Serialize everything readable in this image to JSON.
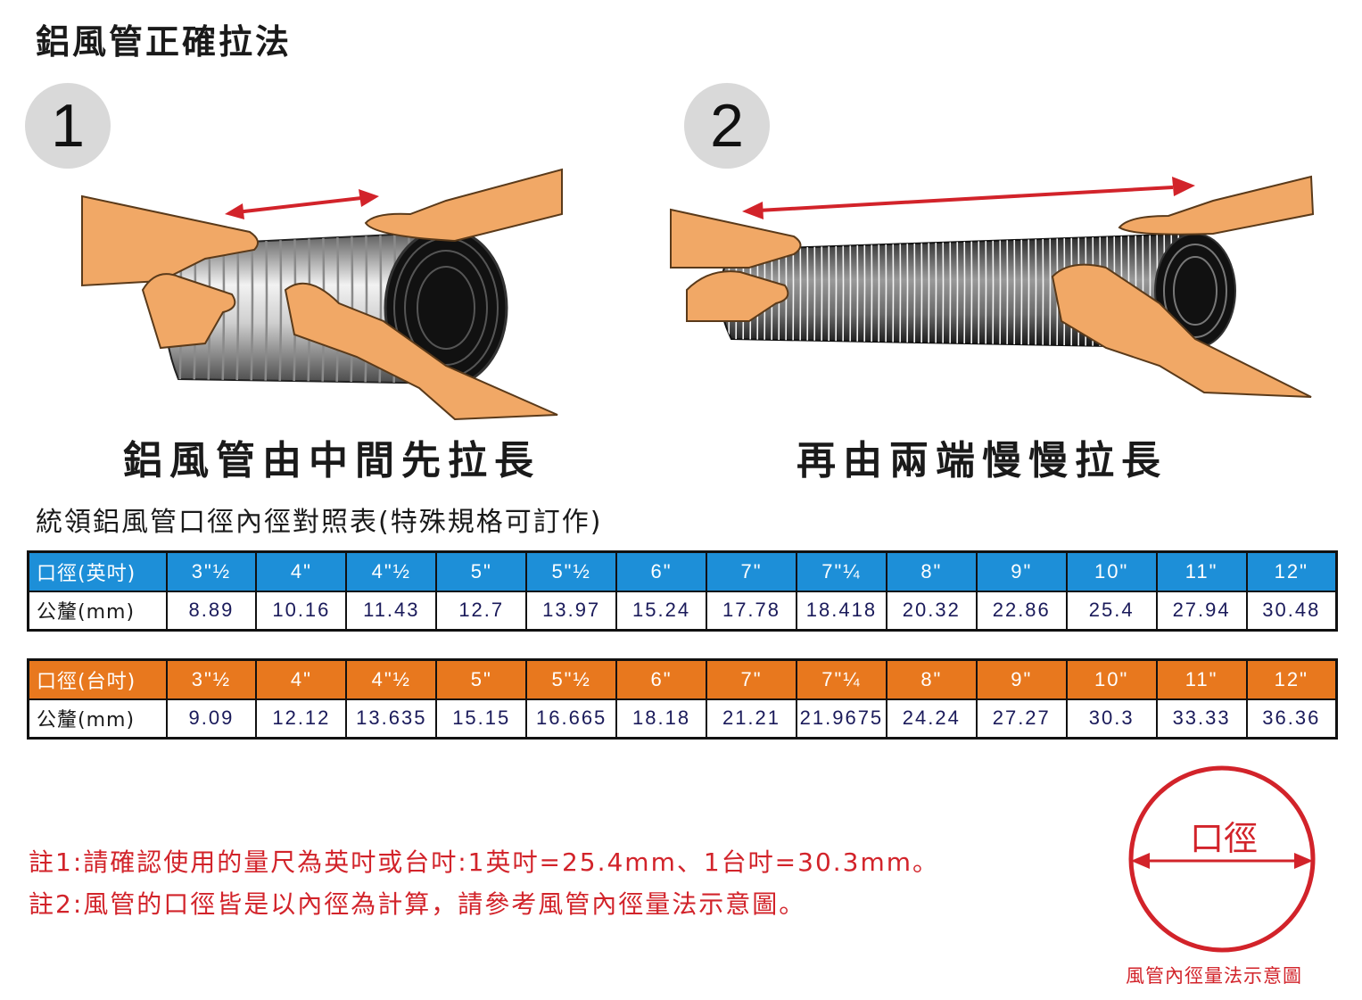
{
  "title": "鋁風管正確拉法",
  "steps": [
    {
      "number": "1",
      "caption": "鋁風管由中間先拉長"
    },
    {
      "number": "2",
      "caption": "再由兩端慢慢拉長"
    }
  ],
  "table_title": "統領鋁風管口徑內徑對照表(特殊規格可訂作)",
  "inch_table": {
    "header_label": "口徑(英吋)",
    "mm_label": "公釐(mm)",
    "sizes": [
      "3\"½",
      "4\"",
      "4\"½",
      "5\"",
      "5\"½",
      "6\"",
      "7\"",
      "7\"¼",
      "8\"",
      "9\"",
      "10\"",
      "11\"",
      "12\""
    ],
    "mm": [
      "8.89",
      "10.16",
      "11.43",
      "12.7",
      "13.97",
      "15.24",
      "17.78",
      "18.418",
      "20.32",
      "22.86",
      "25.4",
      "27.94",
      "30.48"
    ]
  },
  "tai_table": {
    "header_label": "口徑(台吋)",
    "mm_label": "公釐(mm)",
    "sizes": [
      "3\"½",
      "4\"",
      "4\"½",
      "5\"",
      "5\"½",
      "6\"",
      "7\"",
      "7\"¼",
      "8\"",
      "9\"",
      "10\"",
      "11\"",
      "12\""
    ],
    "mm": [
      "9.09",
      "12.12",
      "13.635",
      "15.15",
      "16.665",
      "18.18",
      "21.21",
      "21.9675",
      "24.24",
      "27.27",
      "30.3",
      "33.33",
      "36.36"
    ]
  },
  "notes": [
    "註1:請確認使用的量尺為英吋或台吋:1英吋=25.4mm、1台吋=30.3mm。",
    "註2:風管的口徑皆是以內徑為計算，請參考風管內徑量法示意圖。"
  ],
  "diagram": {
    "label": "口徑",
    "caption": "風管內徑量法示意圖"
  },
  "colors": {
    "inch_header": "#1d8fd8",
    "tai_header": "#e8781e",
    "accent_red": "#d2232a",
    "skin": "#f1a866"
  }
}
